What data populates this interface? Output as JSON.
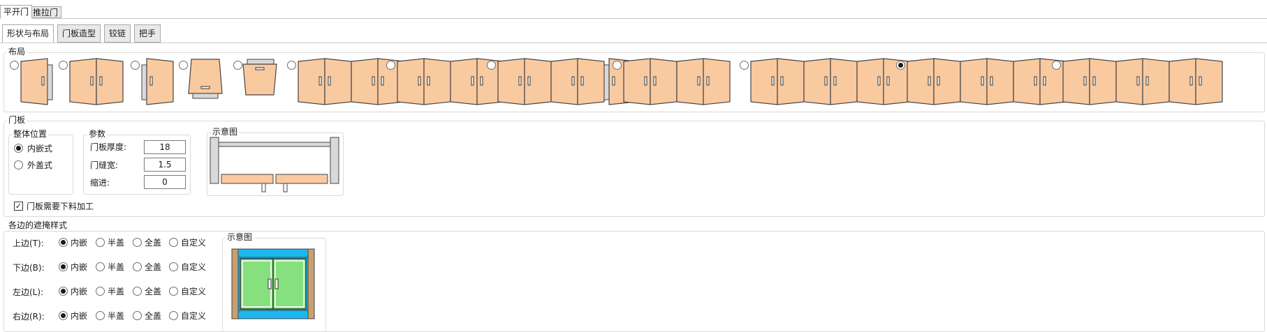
{
  "tabs_top": [
    "平开门",
    "推拉门"
  ],
  "tabs_sub": [
    "形状与布局",
    "门板造型",
    "铰链",
    "把手"
  ],
  "layout_group": {
    "title": "布局",
    "selected_index": 10
  },
  "door_panel": {
    "title": "门板",
    "position_group": {
      "title": "整体位置",
      "options": [
        "内嵌式",
        "外盖式"
      ],
      "selected": 0
    },
    "params_group": {
      "title": "参数",
      "fields": [
        {
          "label": "门板厚度:",
          "value": "18"
        },
        {
          "label": "门缝宽:",
          "value": "1.5"
        },
        {
          "label": "缩进:",
          "value": "0"
        }
      ]
    },
    "diagram_title": "示意图",
    "need_cutting_label": "门板需要下料加工",
    "need_cutting_checked": true
  },
  "edge_cover": {
    "title": "各边的遮掩样式",
    "options": [
      "内嵌",
      "半盖",
      "全盖",
      "自定义"
    ],
    "rows": [
      {
        "label": "上边(T):",
        "selected": 0
      },
      {
        "label": "下边(B):",
        "selected": 0
      },
      {
        "label": "左边(L):",
        "selected": 0
      },
      {
        "label": "右边(R):",
        "selected": 0
      }
    ],
    "diagram_title": "示意图"
  },
  "colors": {
    "door_fill": "#f9c9a0",
    "frame_fill": "#d9d9d9",
    "glass_fill": "#86e07e",
    "cover_blue": "#1ab8ef",
    "side_tan": "#c8a070"
  }
}
